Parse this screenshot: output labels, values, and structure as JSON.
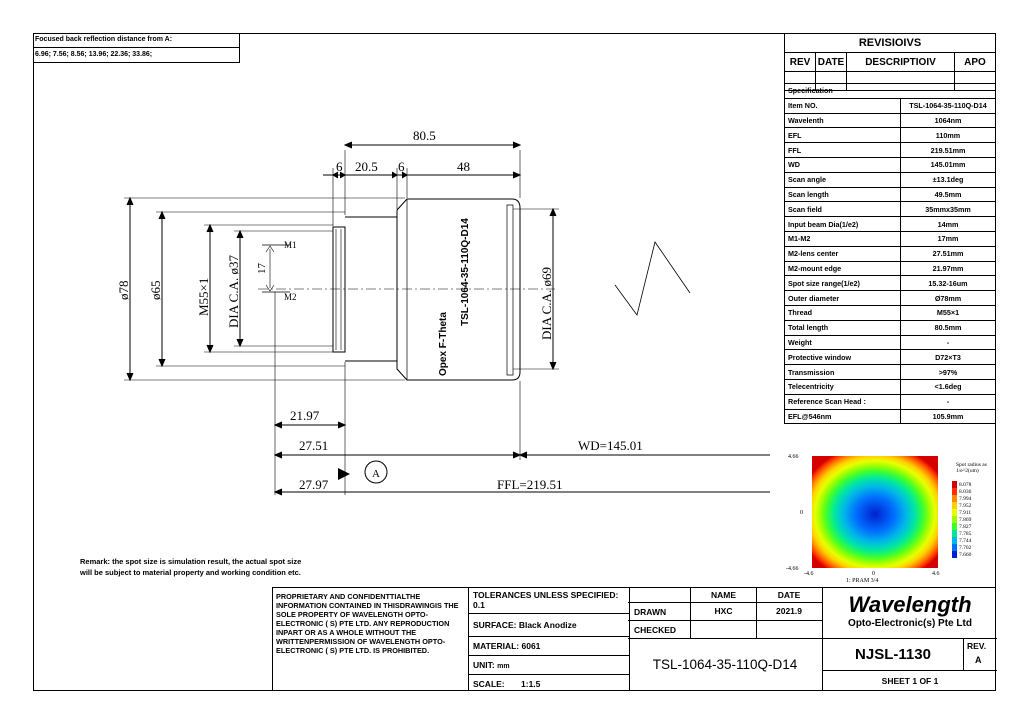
{
  "focus_box": {
    "label": "Focused back reflection distance from A:",
    "values": "6.96; 7.56; 8.56; 13.96; 22.36; 33.86;"
  },
  "revisions": {
    "title": "REVISIOIVS",
    "headers": [
      "REV",
      "DATE",
      "DESCRIPTIOIV",
      "APO"
    ]
  },
  "specification": {
    "title": "Specification",
    "rows": [
      {
        "label": "Item NO.",
        "value": "TSL-1064-35-110Q-D14"
      },
      {
        "label": "Wavelenth",
        "value": "1064nm"
      },
      {
        "label": "EFL",
        "value": "110mm"
      },
      {
        "label": "FFL",
        "value": "219.51mm"
      },
      {
        "label": "WD",
        "value": "145.01mm"
      },
      {
        "label": "Scan angle",
        "value": "±13.1deg"
      },
      {
        "label": "Scan length",
        "value": "49.5mm"
      },
      {
        "label": "Scan field",
        "value": "35mmx35mm"
      },
      {
        "label": "Input beam Dia(1/e2)",
        "value": "14mm"
      },
      {
        "label": "M1-M2",
        "value": "17mm"
      },
      {
        "label": "M2-lens center",
        "value": "27.51mm"
      },
      {
        "label": "M2-mount edge",
        "value": "21.97mm"
      },
      {
        "label": "Spot size range(1/e2)",
        "value": "15.32-16um"
      },
      {
        "label": "Outer diameter",
        "value": "Ø78mm"
      },
      {
        "label": "Thread",
        "value": "M55×1"
      },
      {
        "label": "Total length",
        "value": "80.5mm"
      },
      {
        "label": "Weight",
        "value": "-"
      },
      {
        "label": "Protective window",
        "value": "D72×T3"
      },
      {
        "label": "Transmission",
        "value": ">97%"
      },
      {
        "label": "Telecentricity",
        "value": "<1.6deg"
      },
      {
        "label": "Reference Scan Head :",
        "value": "-"
      },
      {
        "label": "EFL@546nm",
        "value": "105.9mm"
      }
    ]
  },
  "spot_plot": {
    "y_top": "4.66",
    "y_mid": "0",
    "y_bottom": "-4.66",
    "x_left": "-4.6",
    "x_mid": "0",
    "x_right": "4.6",
    "caption": "1: PRAM 3/4",
    "legend_title_1": "Spot radius as",
    "legend_title_2": "1/e^2(um)",
    "legend_values": [
      "8.078",
      "8.036",
      "7.994",
      "7.952",
      "7.911",
      "7.869",
      "7.827",
      "7.785",
      "7.744",
      "7.702",
      "7.660"
    ],
    "legend_colors": [
      "#d40000",
      "#ff3000",
      "#ff8800",
      "#ffd000",
      "#e8ff00",
      "#9dff00",
      "#3cff30",
      "#00e8a0",
      "#00b8e8",
      "#0070ff",
      "#0020d0"
    ]
  },
  "drawing": {
    "dims": {
      "total": "80.5",
      "d6a": "6",
      "d205": "20.5",
      "d6b": "6",
      "d48": "48",
      "od78": "ø78",
      "od65": "ø65",
      "thread": "M55×1",
      "ca37": "DIA C.A. ø37",
      "ca69": "DIA C.A. ø69",
      "m1m2": "17",
      "m1": "M1",
      "m2": "M2",
      "d2197": "21.97",
      "d2751": "27.51",
      "d2797": "27.97",
      "wd": "WD=145.01",
      "ffl": "FFL=219.51",
      "point_a": "A"
    },
    "engraving": [
      "Opex F-Theta",
      "TSL-1064-35-110Q-D14"
    ]
  },
  "remark": {
    "line1": "Remark: the spot size is simulation result, the actual spot size",
    "line2": "will be subject to material property and working condition etc."
  },
  "title_block": {
    "proprietary": "PROPRIETARY AND CONFIDENTTIALTHE INFORMATION CONTAINED IN THISDRAWINGIS THE SOLE PROPERTY OF WAVELENGTH OPTO-ELECTRONIC ( S)   PTE LTD. ANY REPRODUCTION INPART OR AS A WHOLE WITHOUT THE WRITTENPERMISSION OF WAVELENGTH OPTO-ELECTRONIC ( S) PTE LTD. IS PROHIBITED.",
    "tolerances": "TOLERANCES UNLESS SPECIFIED: 0.1",
    "surface_label": "SURFACE:",
    "surface_value": "Black Anodize",
    "material_label": "MATERIAL:",
    "material_value": "6061",
    "unit_label": "UNIT:",
    "unit_value": "mm",
    "scale_label": "SCALE:",
    "scale_value": "1:1.5",
    "name_header": "NAME",
    "date_header": "DATE",
    "drawn_label": "DRAWN",
    "drawn_name": "HXC",
    "drawn_date": "2021.9",
    "checked_label": "CHECKED",
    "part_number": "TSL-1064-35-110Q-D14",
    "company_name": "Wavelength",
    "company_sub": "Opto-Electronic(s) Pte Ltd",
    "drawing_no": "NJSL-1130",
    "rev_label": "REV.",
    "rev_value": "A",
    "sheet": "SHEET 1 OF 1"
  }
}
